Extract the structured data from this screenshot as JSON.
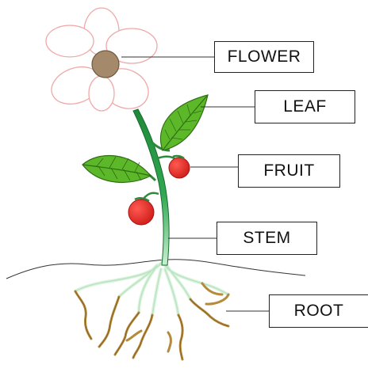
{
  "labels": {
    "flower": "FLOWER",
    "leaf": "LEAF",
    "fruit": "FRUIT",
    "stem": "STEM",
    "root": "ROOT"
  },
  "colors": {
    "petal_outline": "#f0a8a8",
    "flower_center": "#a48a6a",
    "leaf_green": "#5cb829",
    "leaf_dark": "#2f6e14",
    "stem_dark": "#1e8a3a",
    "stem_light": "#c9f0d3",
    "fruit_red": "#e12a25",
    "root_light": "#d8f2dc",
    "root_brown": "#b58a3c"
  }
}
